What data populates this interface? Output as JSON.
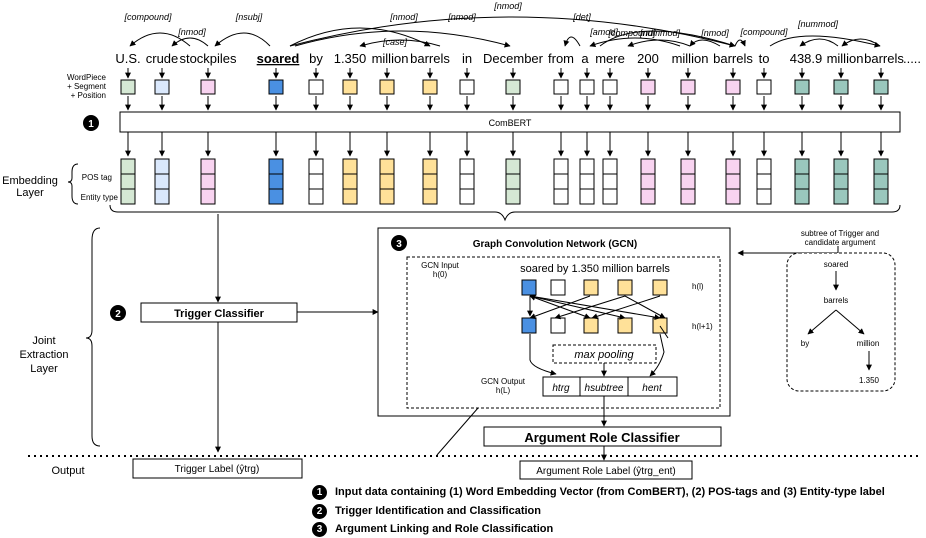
{
  "sentence": {
    "tokens": [
      "U.S.",
      "crude",
      "stockpiles",
      "soared",
      "by",
      "1.350",
      "million",
      "barrels",
      "in",
      "December",
      "from",
      "a",
      "mere",
      "200",
      "million",
      "barrels",
      "to",
      "438.9",
      "million",
      "barrels",
      "....."
    ],
    "trigger_index": 3
  },
  "dependencies": [
    "[compound]",
    "[nmod]",
    "[nsubj]",
    "[nmod]",
    "[nmod]",
    "[nmod]",
    "[case]",
    "[det]",
    "[amod]",
    "[compound]",
    "[nummod]",
    "[nmod]",
    "[compound]",
    "[nummod]"
  ],
  "input_label": [
    "WordPiece",
    "+ Segment",
    "+ Position"
  ],
  "token_colors": [
    "#d5e8d4",
    "#dae8fc",
    "#f8d3f0",
    "#4a90e2",
    "#ffffff",
    "#ffe199",
    "#ffe199",
    "#ffe199",
    "#ffffff",
    "#d5e8d4",
    "#ffffff",
    "#ffffff",
    "#ffffff",
    "#f8d3f0",
    "#f8d3f0",
    "#f8d3f0",
    "#ffffff",
    "#9ac7bd",
    "#9ac7bd",
    "#9ac7bd"
  ],
  "combert": {
    "label": "ComBERT"
  },
  "embedding": {
    "layer_label": [
      "Embedding",
      "Layer"
    ],
    "rows": [
      "POS tag",
      "Entity type"
    ]
  },
  "joint": {
    "label": [
      "Joint",
      "Extraction",
      "Layer"
    ]
  },
  "trigger_classifier": "Trigger Classifier",
  "gcn": {
    "title": "Graph Convolution Network (GCN)",
    "input_label": [
      "GCN Input",
      "h(0)"
    ],
    "phrase": "soared  by  1.350 million barrels",
    "layer_l": "h(l)",
    "layer_l1": "h(l+1)",
    "max_pooling": "max pooling",
    "output_label": [
      "GCN Output",
      "h(L)"
    ],
    "outputs": [
      "htrg",
      "hsubtree",
      "hent"
    ]
  },
  "subtree": {
    "caption": [
      "subtree of Trigger and",
      "candidate argument"
    ],
    "nodes": [
      "soared",
      "barrels",
      "by",
      "million",
      "1.350"
    ]
  },
  "argument_role_classifier": "Argument Role Classifier",
  "output": {
    "label": "Output",
    "trigger_label": "Trigger Label (ŷtrg)",
    "argument_label": "Argument Role Label (ŷtrg_ent)"
  },
  "legend": [
    "Input data containing (1) Word Embedding Vector (from ComBERT), (2) POS-tags and (3) Entity-type label",
    "Trigger Identification and Classification",
    "Argument Linking and Role Classification"
  ],
  "markers": [
    "1",
    "2",
    "3"
  ]
}
